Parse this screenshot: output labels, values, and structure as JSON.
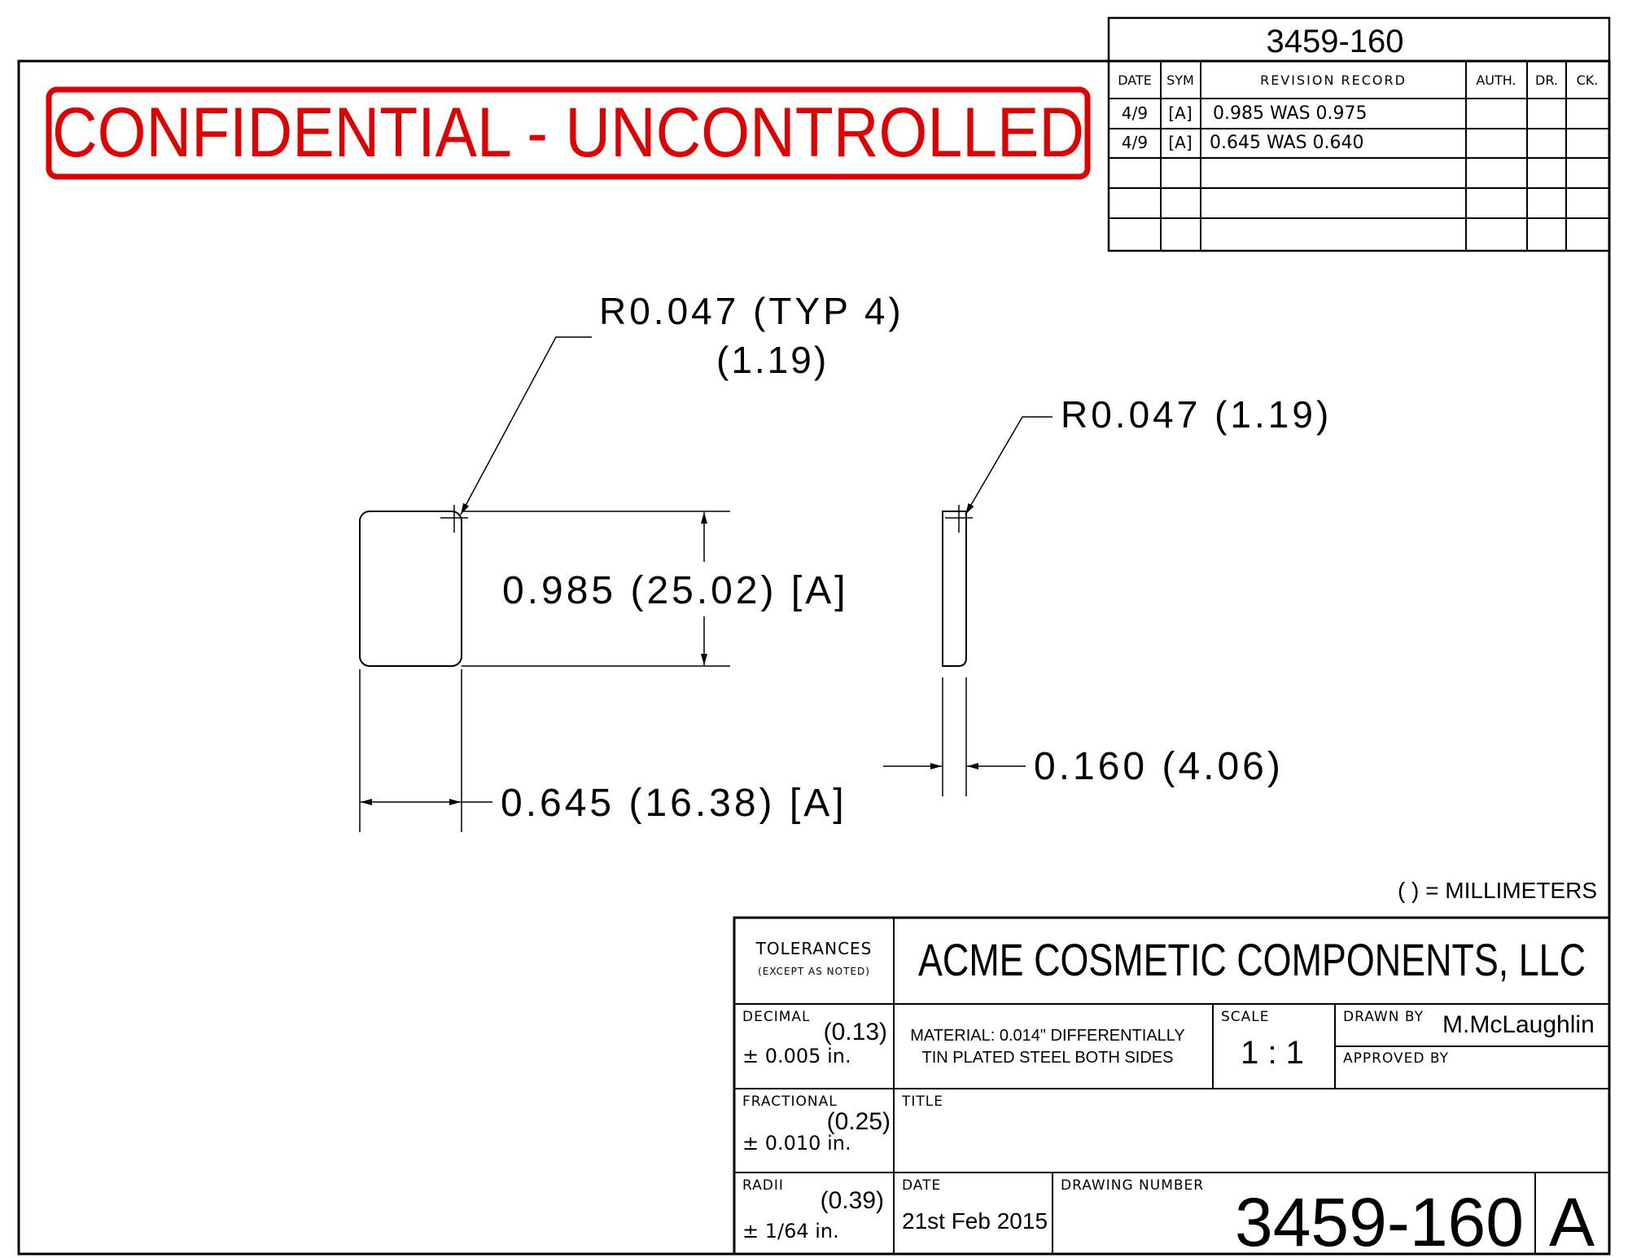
{
  "header": {
    "top_number": "3459-160"
  },
  "revision_table": {
    "headers": {
      "date": "DATE",
      "sym": "SYM",
      "record": "REVISION RECORD",
      "auth": "AUTH.",
      "dr": "DR.",
      "ck": "CK."
    },
    "rows": [
      {
        "date": "4/9",
        "sym": "[A]",
        "record": "0.985 WAS 0.975"
      },
      {
        "date": "4/9",
        "sym": "[A]",
        "record": "0.645 WAS 0.640"
      }
    ]
  },
  "stamp": {
    "text": "CONFIDENTIAL - UNCONTROLLED",
    "color": "#e00000"
  },
  "annotations": {
    "radius_left_line1": "R0.047 (TYP 4)",
    "radius_left_line2": "(1.19)",
    "radius_right": "R0.047 (1.19)",
    "height_dim": "0.985 (25.02) [A]",
    "width_dim": "0.645 (16.38) [A]",
    "thickness_dim": "0.160 (4.06)",
    "units_note": "( ) = MILLIMETERS"
  },
  "title_block": {
    "tolerances": "TOLERANCES",
    "except_as_noted": "(EXCEPT AS NOTED)",
    "company": "ACME COSMETIC COMPONENTS, LLC",
    "decimal_label": "DECIMAL",
    "decimal_mm": "(0.13)",
    "decimal_in": "± 0.005 in.",
    "material_line1": "MATERIAL: 0.014\" DIFFERENTIALLY",
    "material_line2": "TIN PLATED STEEL BOTH SIDES",
    "scale_label": "SCALE",
    "scale_value": "1 : 1",
    "drawn_by_label": "DRAWN BY",
    "drawn_by_value": "M.McLaughlin",
    "approved_by_label": "APPROVED BY",
    "fractional_label": "FRACTIONAL",
    "fractional_mm": "(0.25)",
    "fractional_in": "± 0.010 in.",
    "title_label": "TITLE",
    "radii_label": "RADII",
    "radii_mm": "(0.39)",
    "radii_in": "± 1/64 in.",
    "date_label": "DATE",
    "date_value": "21st Feb 2015",
    "drawing_number_label": "DRAWING NUMBER",
    "drawing_number": "3459-160",
    "revision": "A"
  }
}
